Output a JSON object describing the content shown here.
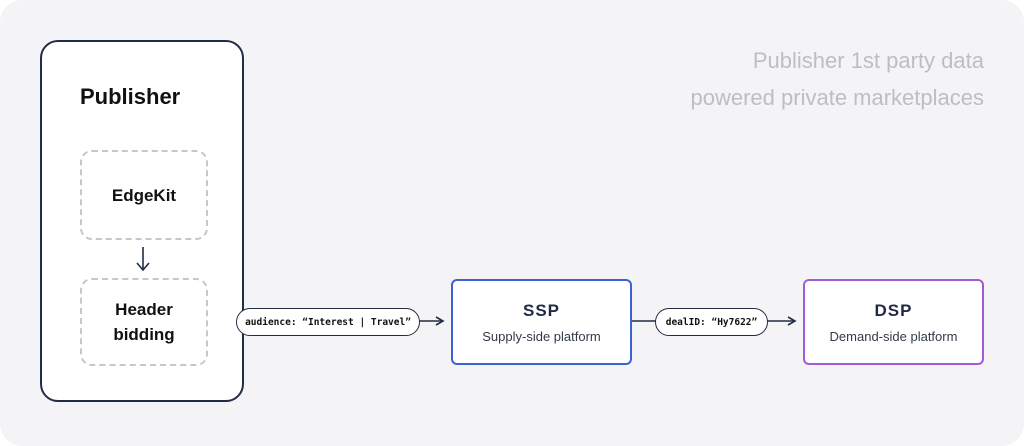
{
  "headline": {
    "line1": "Publisher 1st party data",
    "line2": "powered private marketplaces"
  },
  "publisher": {
    "title": "Publisher",
    "edgekit": "EdgeKit",
    "header_bidding_line1": "Header",
    "header_bidding_line2": "bidding"
  },
  "ssp": {
    "title": "SSP",
    "subtitle": "Supply-side platform"
  },
  "dsp": {
    "title": "DSP",
    "subtitle": "Demand-side platform"
  },
  "labels": {
    "audience": "audience: “Interest | Travel”",
    "deal": "dealID: “Hy7622”"
  },
  "colors": {
    "publisher_border": "#222c44",
    "ssp_border": "#3b63d6",
    "dsp_border": "#a45ad8",
    "dashed_border": "#c6c6cc",
    "headline_text": "#bdbdc4"
  }
}
